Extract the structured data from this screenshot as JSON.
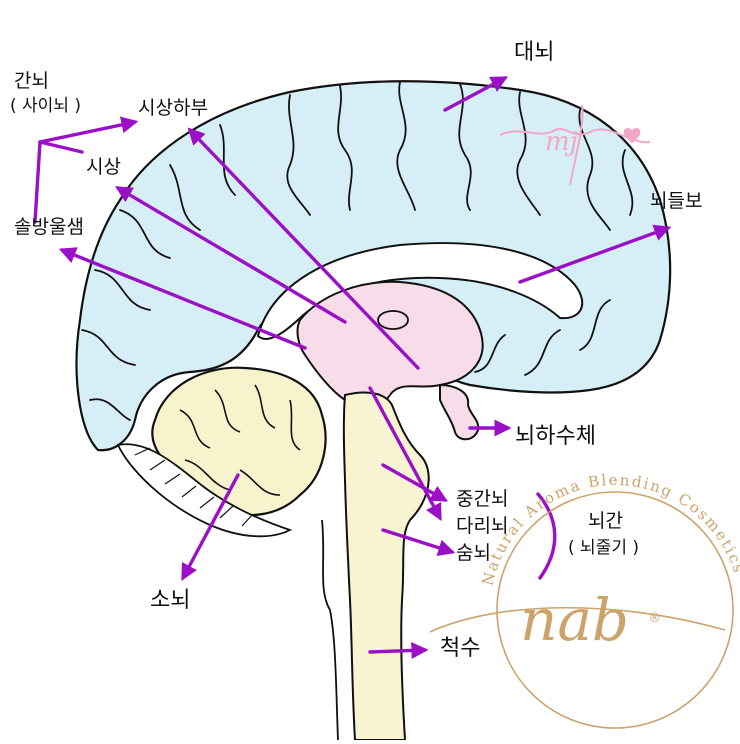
{
  "labels": {
    "cerebrum": "대뇌",
    "diencephalon": "간뇌",
    "diencephalon_alt": "( 사이뇌 )",
    "hypothalamus": "시상하부",
    "thalamus": "시상",
    "pineal": "솔방울샘",
    "corpus_callosum": "뇌들보",
    "pituitary": "뇌하수체",
    "midbrain": "중간뇌",
    "pons": "다리뇌",
    "medulla": "숨뇌",
    "brainstem": "뇌간",
    "brainstem_alt": "( 뇌줄기 )",
    "cerebellum": "소뇌",
    "spinal_cord": "척수"
  },
  "signature": "mj",
  "watermark": {
    "logo": "nab",
    "ring_text": "Natural Aroma Blending Cosmetics",
    "registered": "®"
  },
  "colors": {
    "cortex": "#d6eef5",
    "diencephalon": "#f7dde9",
    "brainstem": "#f8f4d2",
    "cerebellum": "#f7f3cc",
    "arrow": "#9b0fc7",
    "watermark": "#c79a5a",
    "signature": "#f2a6c8"
  }
}
